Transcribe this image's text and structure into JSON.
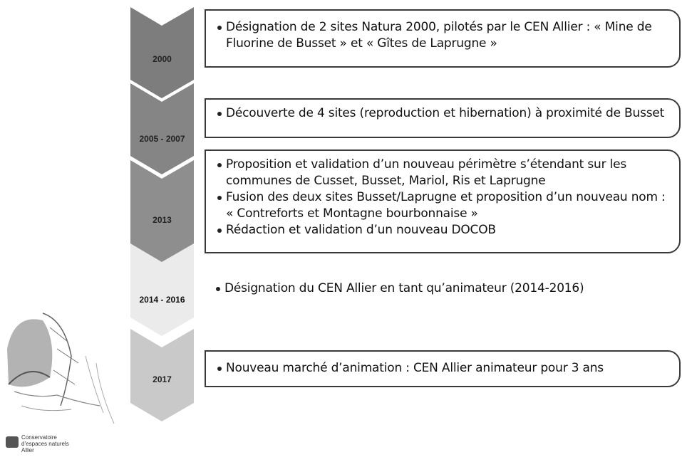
{
  "timeline": [
    {
      "year": "2000",
      "bullets": [
        "Désignation de 2 sites Natura 2000, pilotés par le CEN Allier : « Mine de Fluorine de Busset » et « Gîtes de Laprugne »"
      ]
    },
    {
      "year": "2005 - 2007",
      "bullets": [
        "Découverte de 4 sites (reproduction et hibernation) à proximité de Busset"
      ]
    },
    {
      "year": "2013",
      "bullets": [
        "Proposition et validation d’un nouveau périmètre s’étendant sur les communes de Cusset, Busset, Mariol, Ris et Laprugne",
        "Fusion des deux sites Busset/Laprugne et proposition d’un nouveau nom : « Contreforts et Montagne bourbonnaise »",
        "Rédaction et validation d’un nouveau DOCOB"
      ]
    },
    {
      "year": "2014 - 2016",
      "bullets": [
        "Désignation du CEN Allier en tant qu’animateur (2014-2016)"
      ]
    },
    {
      "year": "2017",
      "bullets": [
        "Nouveau marché d’animation : CEN Allier animateur pour 3 ans"
      ]
    }
  ],
  "logo": {
    "line1": "Conservatoire",
    "line2": "d’espaces naturels",
    "line3": "Allier"
  },
  "colors": {
    "chevron_dark": "#7d7d7d",
    "chevron_mid": "#8e8e8e",
    "chevron_light": "#e6e6e6",
    "chevron_2017": "#c9c9c9",
    "border": "#3a3a3a"
  }
}
